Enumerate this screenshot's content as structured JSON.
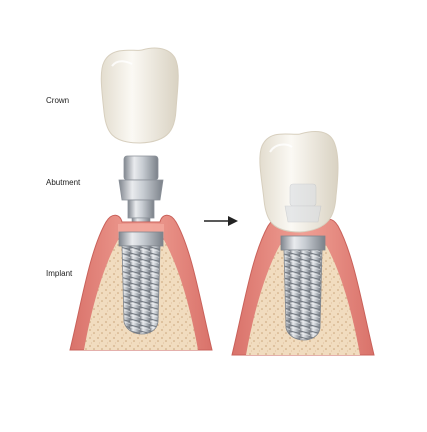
{
  "labels": {
    "crown": "Crown",
    "abutment": "Abutment",
    "implant": "Implant"
  },
  "colors": {
    "background": "#ffffff",
    "tooth_enamel": "#f3efe6",
    "gum": "#e88f86",
    "gum_dark": "#d06a62",
    "gum_light": "#f4b6ab",
    "bone": "#f1dcbf",
    "bone_dots": "#cfae86",
    "metal_light": "#e9ebee",
    "metal_mid": "#b9bec5",
    "metal_dark": "#80868e",
    "arrow": "#222222"
  },
  "icons": {
    "arrow": "right-arrow-icon"
  }
}
